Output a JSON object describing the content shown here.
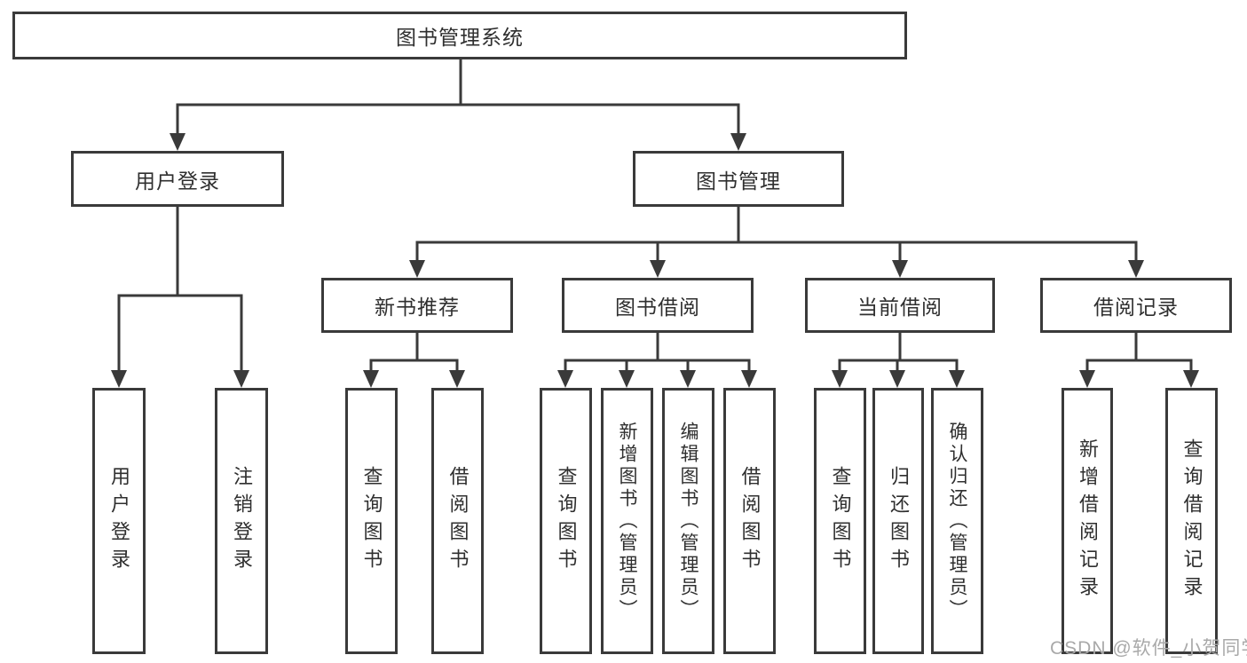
{
  "diagram": {
    "watermark": "CSDN @软件_小贺同学",
    "colors": {
      "line": "#3a3a3a",
      "box_border": "#3a3a3a",
      "box_background": "#ffffff",
      "text": "#2f2f2f",
      "watermark": "#a9a9a9"
    },
    "nodes": {
      "root": {
        "label": "图书管理系统"
      },
      "level2": [
        {
          "label": "用户登录",
          "parent": "图书管理系统"
        },
        {
          "label": "图书管理",
          "parent": "图书管理系统"
        }
      ],
      "level3": [
        {
          "label": "新书推荐",
          "parent": "图书管理"
        },
        {
          "label": "图书借阅",
          "parent": "图书管理"
        },
        {
          "label": "当前借阅",
          "parent": "图书管理"
        },
        {
          "label": "借阅记录",
          "parent": "图书管理"
        }
      ],
      "leaves": [
        {
          "label": "用户登录",
          "parent": "用户登录"
        },
        {
          "label": "注销登录",
          "parent": "用户登录"
        },
        {
          "label": "查询图书",
          "parent": "新书推荐"
        },
        {
          "label": "借阅图书",
          "parent": "新书推荐"
        },
        {
          "label": "查询图书",
          "parent": "图书借阅"
        },
        {
          "label": "新增图书（管理员）",
          "parent": "图书借阅"
        },
        {
          "label": "编辑图书（管理员）",
          "parent": "图书借阅"
        },
        {
          "label": "借阅图书",
          "parent": "图书借阅"
        },
        {
          "label": "查询图书",
          "parent": "当前借阅"
        },
        {
          "label": "归还图书",
          "parent": "当前借阅"
        },
        {
          "label": "确认归还（管理员）",
          "parent": "当前借阅"
        },
        {
          "label": "新增借阅记录",
          "parent": "借阅记录"
        },
        {
          "label": "查询借阅记录",
          "parent": "借阅记录"
        }
      ]
    }
  }
}
